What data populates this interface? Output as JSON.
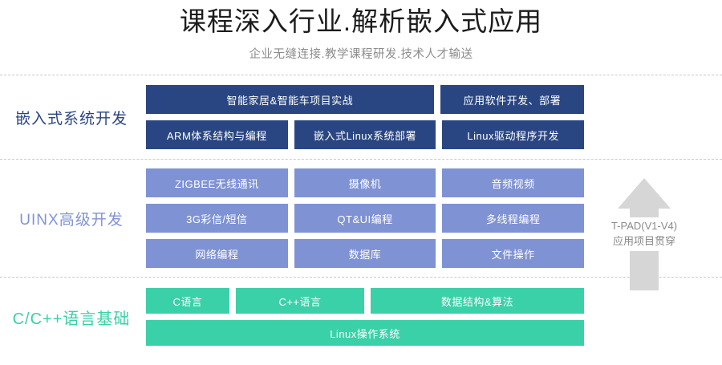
{
  "header": {
    "title": "课程深入行业.解析嵌入式应用",
    "subtitle": "企业无缝连接.教学课程研发.技术人才输送"
  },
  "sections": [
    {
      "id": "embedded",
      "label": "嵌入式系统开发",
      "color": "#2a4682",
      "rows": [
        [
          "智能家居&智能车项目实战",
          "应用软件开发、部署"
        ],
        [
          "ARM体系结构与编程",
          "嵌入式Linux系统部署",
          "Linux驱动程序开发"
        ]
      ]
    },
    {
      "id": "unix",
      "label": "UINX高级开发",
      "color": "#7f92d4",
      "rows": [
        [
          "ZIGBEE无线通讯",
          "摄像机",
          "音频视频"
        ],
        [
          "3G彩信/短信",
          "QT&UI编程",
          "多线程编程"
        ],
        [
          "网络编程",
          "数据库",
          "文件操作"
        ]
      ]
    },
    {
      "id": "clang",
      "label": "C/C++语言基础",
      "color": "#3ad0a8",
      "rows": [
        [
          "C语言",
          "C++语言",
          "数据结构&算法"
        ],
        [
          "Linux操作系统"
        ]
      ]
    }
  ],
  "arrow": {
    "line1": "T-PAD(V1-V4)",
    "line2": "应用项目贯穿",
    "color": "#d6d6d6"
  }
}
